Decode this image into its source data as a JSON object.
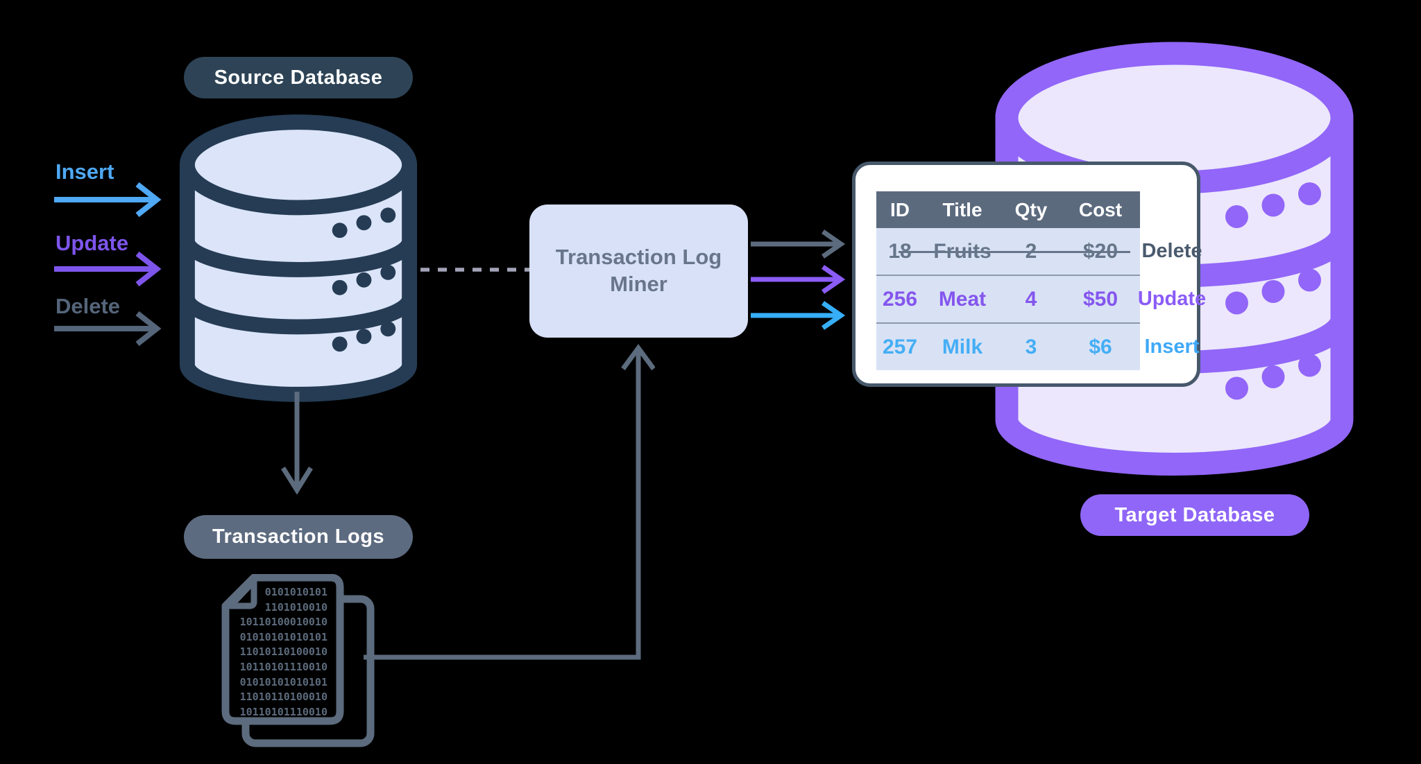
{
  "source": {
    "label": "Source Database",
    "operations": [
      {
        "label": "Insert",
        "color": "#4FA9F5"
      },
      {
        "label": "Update",
        "color": "#7D55EB"
      },
      {
        "label": "Delete",
        "color": "#55657A"
      }
    ]
  },
  "miner": {
    "label": "Transaction Log Miner"
  },
  "logs": {
    "label": "Transaction Logs",
    "binary_rows": [
      "0101010101",
      "1101010010",
      "10110100010010",
      "01010101010101",
      "11010110100010",
      "10110101110010",
      "01010101010101",
      "11010110100010",
      "10110101110010"
    ]
  },
  "table": {
    "headers": [
      "ID",
      "Title",
      "Qty",
      "Cost"
    ],
    "rows": [
      {
        "id": "18",
        "title": "Fruits",
        "qty": "2",
        "cost": "$20",
        "action": "Delete"
      },
      {
        "id": "256",
        "title": "Meat",
        "qty": "4",
        "cost": "$50",
        "action": "Update"
      },
      {
        "id": "257",
        "title": "Milk",
        "qty": "3",
        "cost": "$6",
        "action": "Insert"
      }
    ]
  },
  "target": {
    "label": "Target Database"
  },
  "colors": {
    "background": "#000000",
    "navy": "#2E4456",
    "navy_stroke": "#253C54",
    "slate": "#5C6B7D",
    "slate_pill": "#5D6B80",
    "lavender": "#D9E2F5",
    "miner_fill": "#D8E1F8",
    "blue": "#4FA9F5",
    "purple": "#8B5CF6",
    "target_stroke": "#9166F8",
    "target_fill": "#ECE7FC",
    "target_pill": "#8F66F7",
    "dash": "#A3A3B8",
    "card_border": "#47586B",
    "header_bg": "#5C6A7E"
  }
}
